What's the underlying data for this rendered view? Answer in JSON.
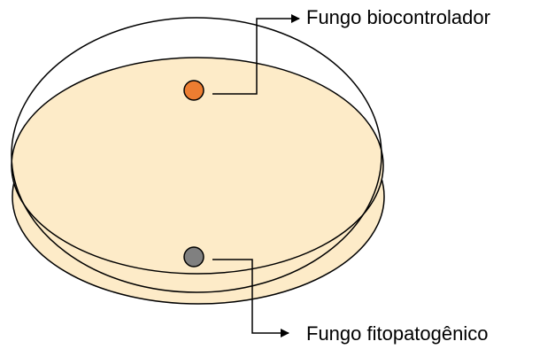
{
  "labels": {
    "biocontrol": "Fungo biocontrolador",
    "phytopathogen": "Fungo fitopatogênico"
  },
  "colors": {
    "agar": "#fdebc8",
    "dish_outline": "#000000",
    "biocontrol_colony": "#ed7d31",
    "phytopathogen_colony": "#808080",
    "background": "#ffffff"
  },
  "icons": {
    "biocontrol_colony": "orange-circle",
    "phytopathogen_colony": "gray-circle",
    "pointer": "arrow-right"
  }
}
